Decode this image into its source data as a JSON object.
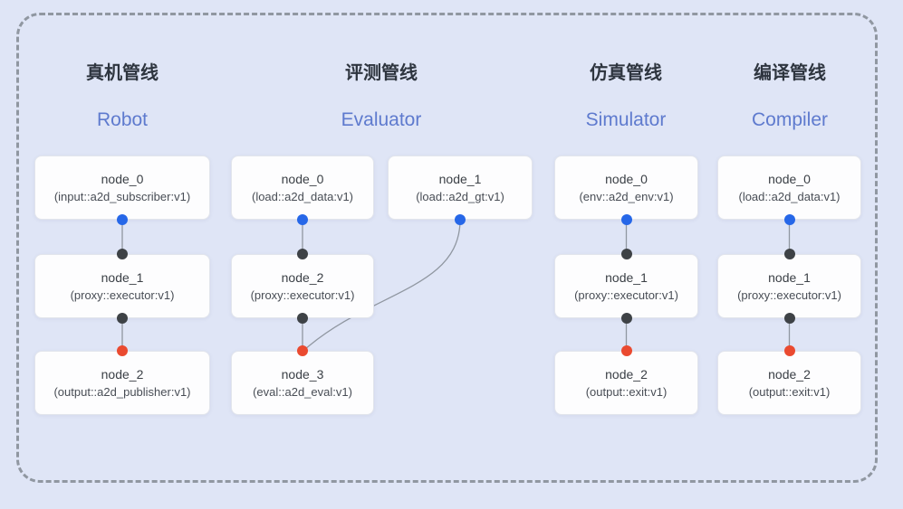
{
  "canvas": {
    "background_color": "#dfe5f6",
    "frame_border_color": "#9097a1",
    "wire_color": "#9097a1"
  },
  "port_colors": {
    "blue_port": "#2667e8",
    "black_port": "#3e4246",
    "red_port": "#ea4a30"
  },
  "title_colors": {
    "chinese_title": "#2e353f",
    "english_title": "#5e7ace"
  },
  "pipelines": [
    {
      "title_cn": "真机管线",
      "title_en": "Robot",
      "nodes": [
        {
          "name": "node_0",
          "type": "(input::a2d_subscriber:v1)"
        },
        {
          "name": "node_1",
          "type": "(proxy::executor:v1)"
        },
        {
          "name": "node_2",
          "type": "(output::a2d_publisher:v1)"
        }
      ]
    },
    {
      "title_cn": "评测管线",
      "title_en": "Evaluator",
      "nodes": [
        {
          "name": "node_0",
          "type": "(load::a2d_data:v1)"
        },
        {
          "name": "node_1",
          "type": "(load::a2d_gt:v1)"
        },
        {
          "name": "node_2",
          "type": "(proxy::executor:v1)"
        },
        {
          "name": "node_3",
          "type": "(eval::a2d_eval:v1)"
        }
      ]
    },
    {
      "title_cn": "仿真管线",
      "title_en": "Simulator",
      "nodes": [
        {
          "name": "node_0",
          "type": "(env::a2d_env:v1)"
        },
        {
          "name": "node_1",
          "type": "(proxy::executor:v1)"
        },
        {
          "name": "node_2",
          "type": "(output::exit:v1)"
        }
      ]
    },
    {
      "title_cn": "编译管线",
      "title_en": "Compiler",
      "nodes": [
        {
          "name": "node_0",
          "type": "(load::a2d_data:v1)"
        },
        {
          "name": "node_1",
          "type": "(proxy::executor:v1)"
        },
        {
          "name": "node_2",
          "type": "(output::exit:v1)"
        }
      ]
    }
  ]
}
